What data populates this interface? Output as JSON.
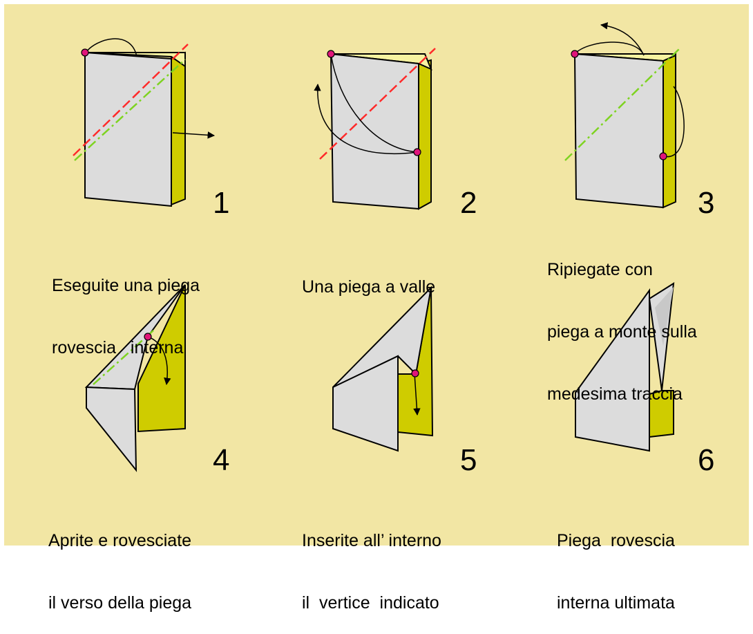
{
  "colors": {
    "background": "#f2e6a4",
    "paper_gray": "#dcdcdc",
    "paper_yellow": "#cfcc00",
    "paper_light_yellow": "#f7f3a0",
    "valley_fold_line": "#ff2a2a",
    "mountain_fold_line": "#7ed321",
    "reference_point": "#e0157a",
    "outline": "#000000"
  },
  "steps": [
    {
      "number": "1",
      "caption": [
        "Eseguite una piega",
        "rovescia   interna"
      ]
    },
    {
      "number": "2",
      "caption": [
        "Una piega a valle"
      ]
    },
    {
      "number": "3",
      "caption": [
        "Ripiegate con",
        "piega a monte sulla",
        "medesima traccia"
      ]
    },
    {
      "number": "4",
      "caption": [
        "Aprite e rovesciate",
        "il verso della piega"
      ]
    },
    {
      "number": "5",
      "caption": [
        "Inserite all’ interno",
        "il  vertice  indicato"
      ]
    },
    {
      "number": "6",
      "caption": [
        "Piega  rovescia",
        "interna ultimata"
      ]
    }
  ]
}
